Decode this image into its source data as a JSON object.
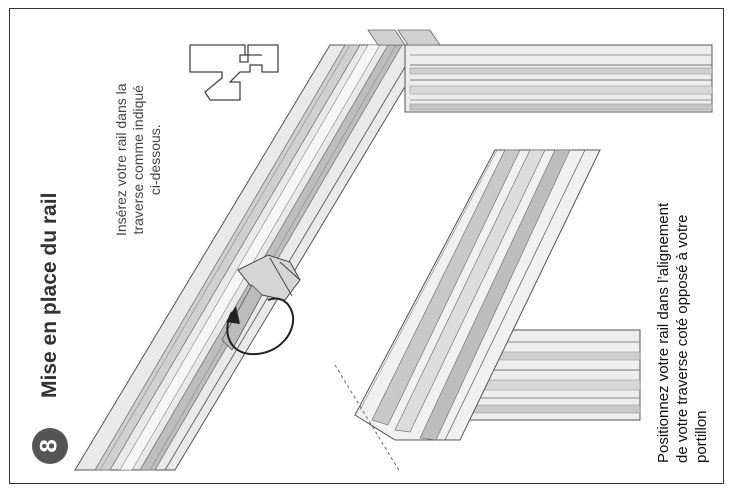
{
  "step": {
    "number": "8"
  },
  "title": "Mise en place du rail",
  "instruction_top": [
    "Insérez votre rail dans la",
    "traverse comme indiqué",
    "ci-dessous."
  ],
  "instruction_right": [
    "Positionnez votre rail dans l’alignement",
    "de votre traverse coté opposé à votre",
    "portillon"
  ],
  "colors": {
    "border": "#333333",
    "badge": "#555555",
    "rail_fill": "#e6e6e6",
    "rail_dark": "#9a9a9a",
    "shadow": "#bdbdbd"
  }
}
